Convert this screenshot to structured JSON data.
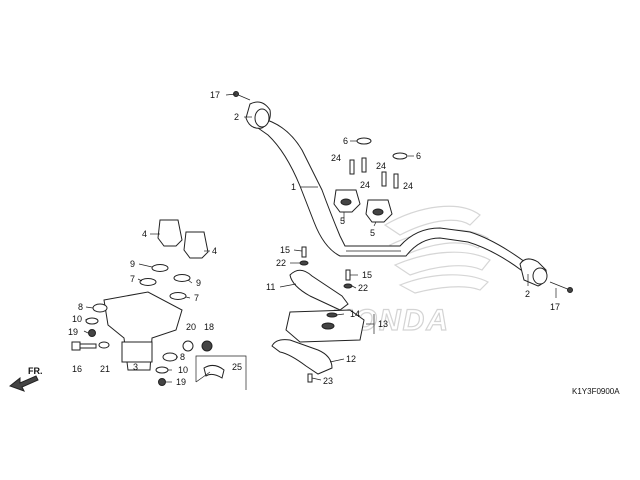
{
  "diagram_code": "K1Y3F0900A",
  "direction": "FR.",
  "watermark": "HONDA",
  "callouts": [
    "1",
    "2",
    "3",
    "4",
    "5",
    "6",
    "7",
    "8",
    "9",
    "10",
    "11",
    "12",
    "13",
    "14",
    "15",
    "16",
    "17",
    "18",
    "19",
    "20",
    "21",
    "22",
    "23",
    "24",
    "25"
  ]
}
